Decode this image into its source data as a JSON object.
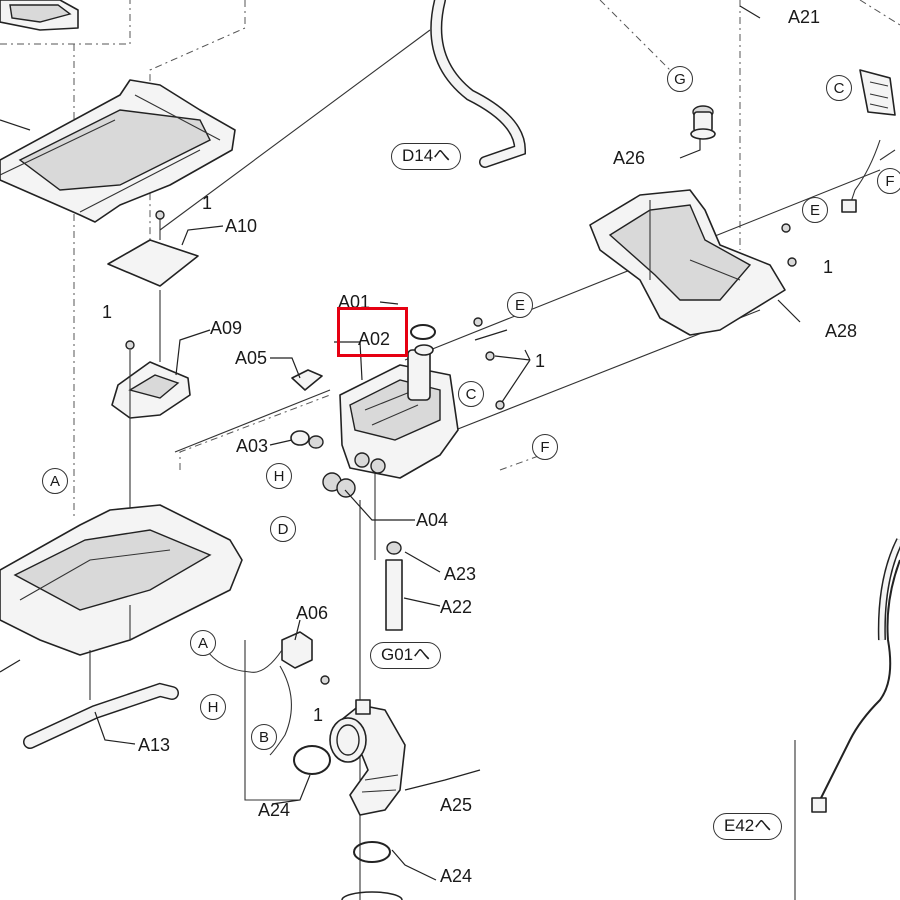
{
  "labels": {
    "a01": "A01",
    "a02": "A02",
    "a03": "A03",
    "a04": "A04",
    "a05": "A05",
    "a06": "A06",
    "a09": "A09",
    "a10": "A10",
    "a13": "A13",
    "a21": "A21",
    "a22": "A22",
    "a23": "A23",
    "a24_top": "A24",
    "a24_bottom": "A24",
    "a25": "A25",
    "a26": "A26",
    "a28": "A28",
    "screw_1a": "1",
    "screw_1b": "1",
    "screw_1c": "1",
    "screw_1d": "1",
    "screw_1e": "1"
  },
  "callouts": {
    "a_left": "A",
    "a_mid": "A",
    "b": "B",
    "c_mid": "C",
    "c_right": "C",
    "d": "D",
    "e_mid": "E",
    "e_right": "E",
    "f_mid": "F",
    "f_right": "F",
    "g": "G",
    "h_mid": "H",
    "h_low": "H"
  },
  "references": {
    "d14": "D14へ",
    "g01": "G01へ",
    "e42": "E42へ"
  },
  "highlight": {
    "target": "A02",
    "color": "#e60012"
  }
}
